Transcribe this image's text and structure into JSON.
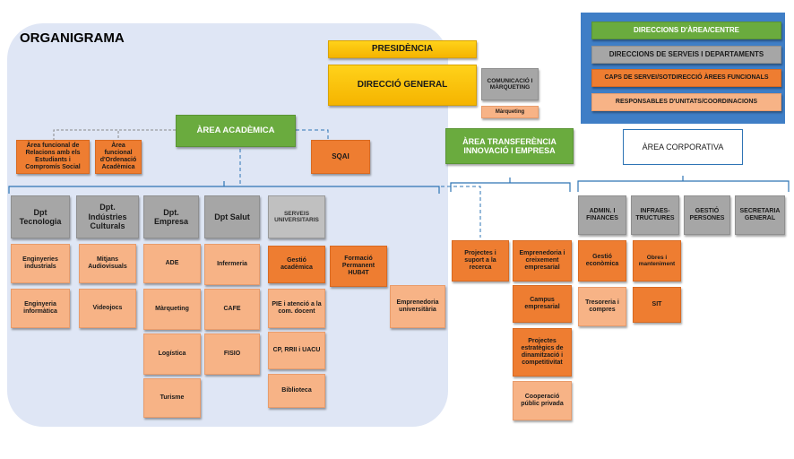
{
  "title": "ORGANIGRAMA",
  "legend": {
    "items": [
      "DIRECCIONS D'ÀREA/CENTRE",
      "DIRECCIONS DE SERVEIS I DEPARTAMENTS",
      "CAPS DE SERVEI/SOTDIRECCIÓ ÀREES FUNCIONALS",
      "RESPONSABLES D'UNITATS/COORDINACIONS"
    ]
  },
  "top": {
    "presidencia": "PRESIDÈNCIA",
    "direccio_general": "DIRECCIÓ GENERAL",
    "comunicacio": "COMUNICACIÓ I MÀRQUETING",
    "marqueting": "Màrqueting"
  },
  "academica": {
    "label": "ÀREA ACADÈMICA",
    "relacions": "Àrea funcional de Relacions amb els Estudiants i Compromís Social",
    "ordenacio": "Àrea funcional d'Ordenació Acadèmica",
    "sqai": "SQAI",
    "depts": {
      "tecnologia": {
        "label": "Dpt Tecnologia",
        "items": [
          "Enginyeries industrials",
          "Enginyeria informàtica"
        ]
      },
      "industries": {
        "label": "Dpt. Indústries Culturals",
        "items": [
          "Mitjans Audiovisuals",
          "Videojocs"
        ]
      },
      "empresa": {
        "label": "Dpt. Empresa",
        "items": [
          "ADE",
          "Màrqueting",
          "Logística",
          "Turisme"
        ]
      },
      "salut": {
        "label": "Dpt Salut",
        "items": [
          "Infermeria",
          "CAFE",
          "FISIO"
        ]
      },
      "serveis": {
        "label": "SERVEIS UNIVERSITARIS",
        "items": [
          "Gestió acadèmica",
          "PIE i atenció a la com. docent",
          "CP, RRII i UACU",
          "Biblioteca"
        ]
      }
    },
    "formacio": "Formació Permanent HUB4T",
    "emprenedoria": "Emprenedoria universitària"
  },
  "transferencia": {
    "label": "ÀREA TRANSFERÈNCIA INNOVACIÓ I EMPRESA",
    "projectes": "Projectes i suport a la recerca",
    "items": [
      "Emprenedoria i creixement empresarial",
      "Campus empresarial",
      "Projectes estratègics de dinamització i competitivitat",
      "Cooperació públic privada"
    ]
  },
  "corporativa": {
    "label": "ÀREA CORPORATIVA",
    "admin": "ADMIN. I FINANCES",
    "infra": "INFRAES-TRUCTURES",
    "gestio_persones": "GESTIÓ PERSONES",
    "secretaria": "SECRETARIA GENERAL",
    "gestio_economica": "Gestió econòmica",
    "tresoreria": "Tresoreria i compres",
    "obres": "Obres i manteniment",
    "sit": "SIT"
  },
  "colors": {
    "green": "#6aab3e",
    "yellow": "#f5b400",
    "orange": "#ee7d31",
    "peach": "#f7b386",
    "gray": "#a6a6a6",
    "legend_bg": "#3f7ec6",
    "area_bg": "#dfe6f5",
    "connector": "#2e74b5"
  }
}
